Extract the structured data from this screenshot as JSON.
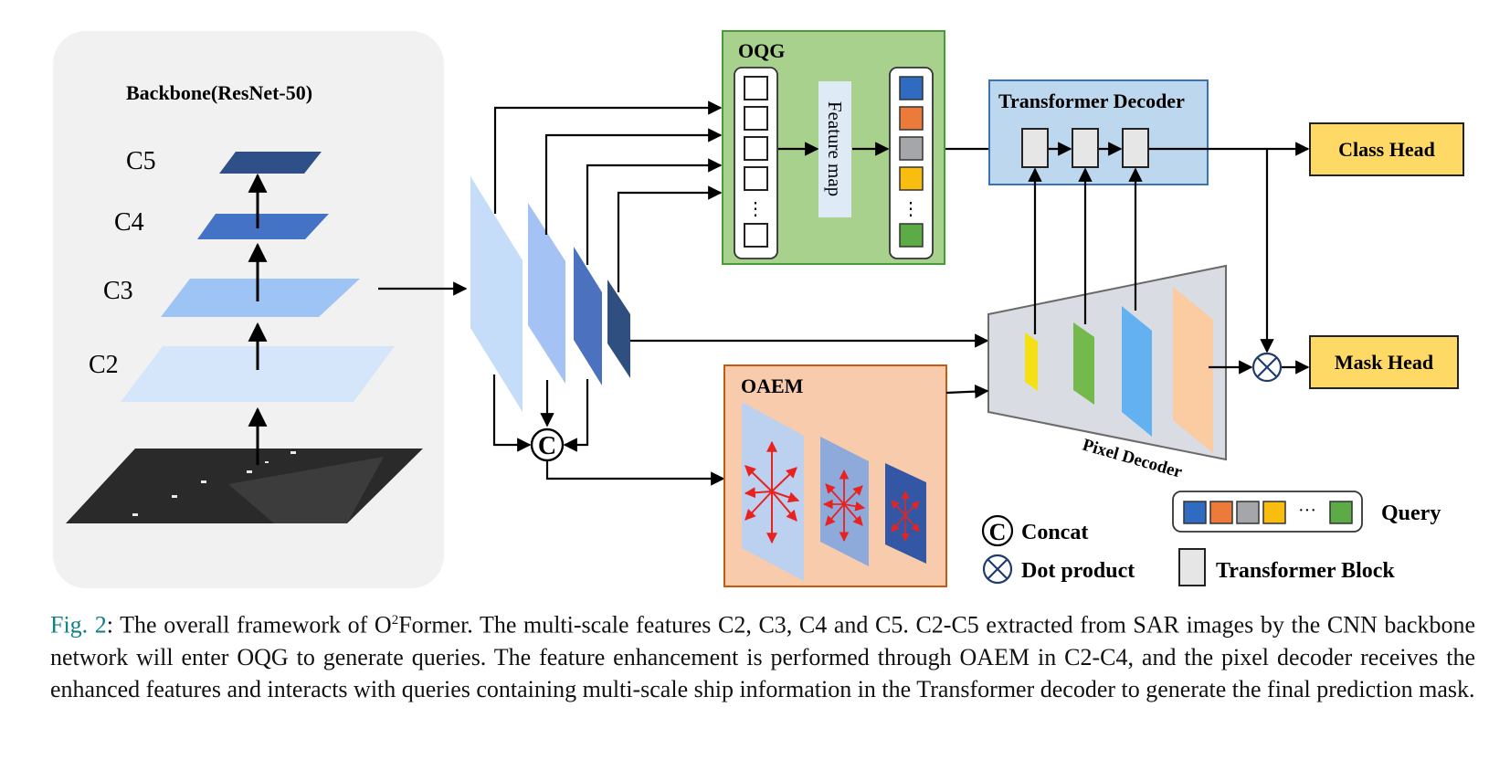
{
  "diagram": {
    "backbone": {
      "title": "Backbone(ResNet-50)",
      "levels": [
        "C5",
        "C4",
        "C3",
        "C2"
      ]
    },
    "oqg": {
      "title": "OQG",
      "feature_map": "Feature map"
    },
    "transformer_decoder": {
      "title": "Transformer Decoder"
    },
    "oaem": {
      "title": "OAEM"
    },
    "pixel_decoder": {
      "title": "Pixel Decoder"
    },
    "heads": {
      "class": "Class Head",
      "mask": "Mask Head"
    },
    "concat_symbol": "C",
    "legend": {
      "concat": "Concat",
      "dot_product": "Dot product",
      "query": "Query",
      "transformer_block": "Transformer Block",
      "ellipsis": "···"
    },
    "query_colors": [
      "#2e6bc1",
      "#ec7b3b",
      "#a4a6a9",
      "#f8bd0e",
      "#5cab47"
    ]
  },
  "caption": {
    "fig_label": "Fig. 2",
    "text_before_sup": ": The overall framework of O",
    "sup": "2",
    "text_after_sup": "Former. The multi-scale features C2, C3, C4 and C5. C2-C5 extracted from SAR images by the CNN backbone network will enter OQG to generate queries. The feature enhancement is performed through OAEM in C2-C4, and the pixel decoder receives the enhanced features and interacts with queries containing multi-scale ship information in the Transformer decoder to generate the final prediction mask."
  }
}
